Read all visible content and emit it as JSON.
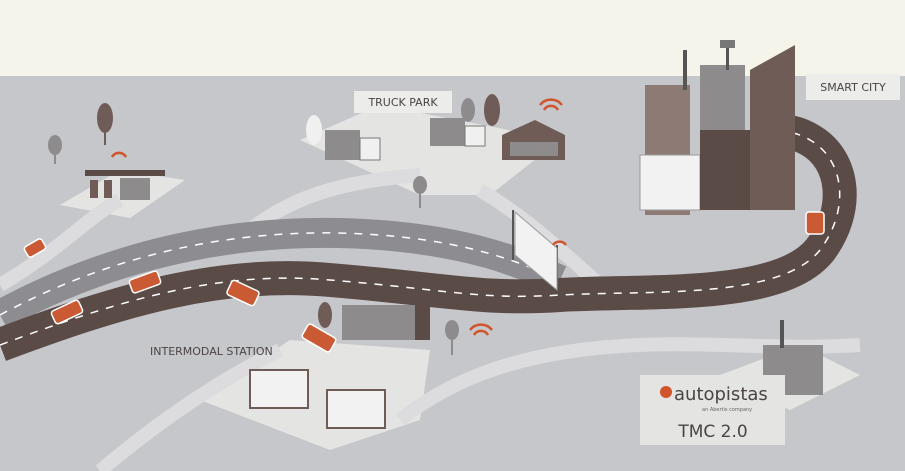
{
  "labels": {
    "truck_park": "TRUCK PARK",
    "smart_city": "SMART CITY",
    "intermodal_station": "INTERMODAL STATION"
  },
  "logo": {
    "brand": "autopistas",
    "tagline": "an Abertis company",
    "product": "TMC 2.0"
  },
  "colors": {
    "wall": "#f5f4ea",
    "ground": "#c6c7cb",
    "road_dark": "#5b4b47",
    "road_gray": "#8d8c90",
    "accent": "#d0542c",
    "building_brown": "#6f5c57",
    "building_gray": "#8e8b8d"
  }
}
